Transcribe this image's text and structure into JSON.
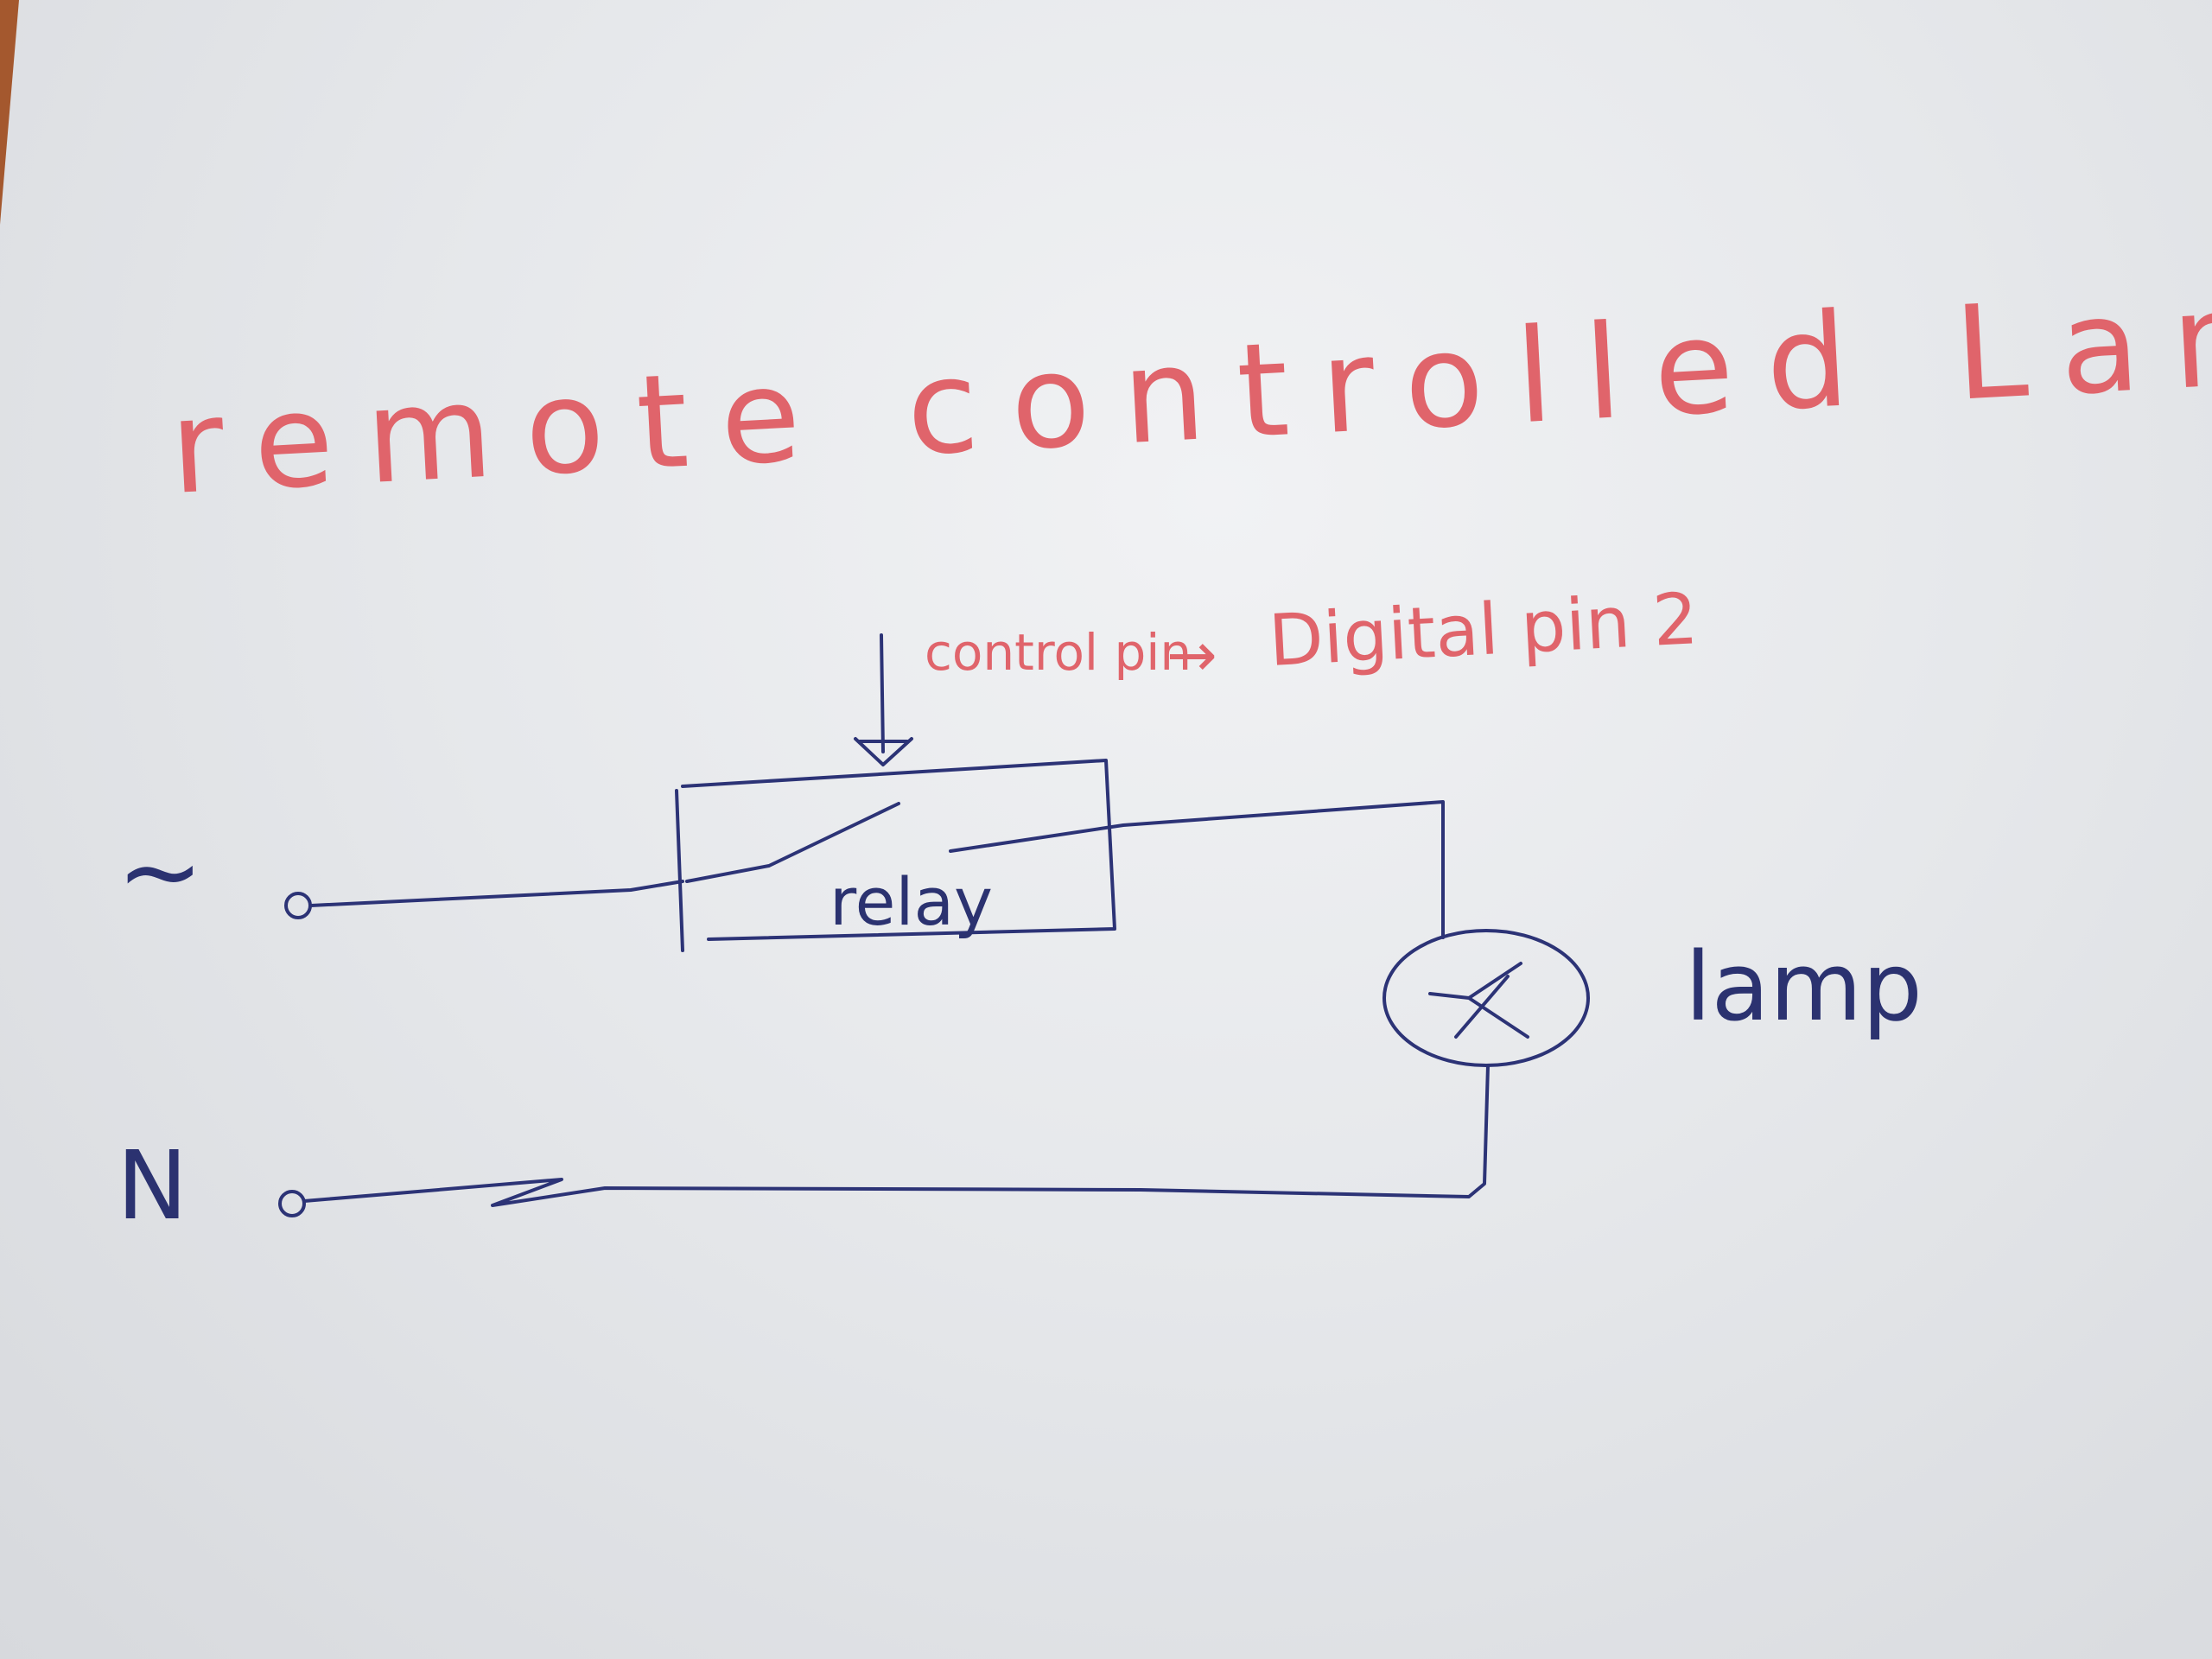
{
  "title": "remote controlled Lamp",
  "annotation": {
    "control_pin_label": "control pin",
    "arrow": "→",
    "target": "Digital pin 2"
  },
  "components": {
    "relay_label": "relay",
    "lamp_label": "lamp"
  },
  "terminals": {
    "live_symbol": "~",
    "neutral_label": "N"
  },
  "colors": {
    "paper": "#e9ebee",
    "red_ink": "#e0646b",
    "blue_ink": "#2c3376"
  }
}
